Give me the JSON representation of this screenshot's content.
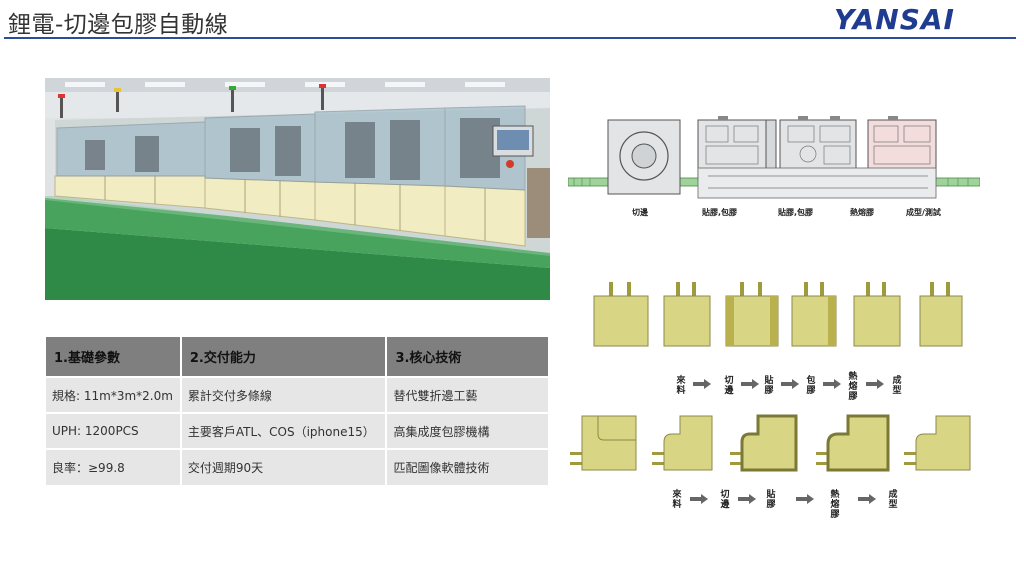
{
  "header": {
    "title": "鋰電-切邊包膠自動線",
    "logo": "YANSAI"
  },
  "colors": {
    "brand_blue": "#1f3c91",
    "header_cell": "#7f7f7f",
    "body_cell": "#e6e6e6",
    "cell_fill": "#d8d584",
    "cell_dark": "#b8b14d",
    "arrow": "#666666"
  },
  "photo": {
    "icon": "production-line-photo"
  },
  "table": {
    "headers": [
      "1.基礎參數",
      "2.交付能力",
      "3.核心技術"
    ],
    "rows": [
      [
        "規格: 11m*3m*2.0m",
        "累計交付多條線",
        "替代雙折邊工藝"
      ],
      [
        "UPH: 1200PCS",
        "主要客戶ATL、COS（iphone15）",
        "高集成度包膠機構"
      ],
      [
        "良率：≥99.8",
        "交付週期90天",
        "匹配圖像軟體技術"
      ]
    ]
  },
  "layout_diagram": {
    "stations": [
      "切邊",
      "貼膠,包膠",
      "貼膠,包膠",
      "熱熔膠",
      "成型/測試"
    ]
  },
  "flow_top": {
    "steps": [
      "來料",
      "切邊",
      "貼膠",
      "包膠",
      "熱熔膠",
      "成型"
    ]
  },
  "flow_bottom": {
    "steps": [
      "來料",
      "切邊",
      "貼膠",
      "熱熔膠",
      "成型"
    ]
  }
}
